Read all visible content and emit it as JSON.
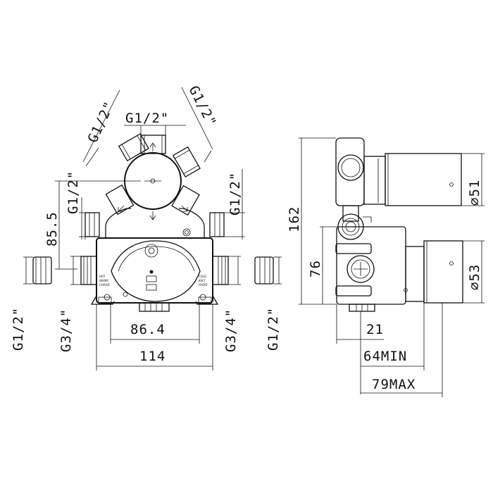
{
  "drawing": {
    "front_view": {
      "top_inlet_thread": "G1/2\"",
      "left_diag_thread": "G1/2\"",
      "right_diag_thread": "G1/2\"",
      "left_side_upper_thread": "G1/2\"",
      "right_side_upper_thread": "G1/2\"",
      "height_to_outlet": "85.5",
      "left_outer_thread": "G1/2\"",
      "left_body_thread": "G3/4\"",
      "right_body_thread": "G3/4\"",
      "right_outer_thread": "G1/2\"",
      "inner_width": "86.4",
      "overall_width": "114"
    },
    "side_view": {
      "total_height": "162",
      "lower_height": "76",
      "upper_diameter": "⌀51",
      "lower_diameter": "⌀53",
      "depth_min_offset": "21",
      "depth_min": "64MIN",
      "depth_max": "79MAX"
    }
  }
}
